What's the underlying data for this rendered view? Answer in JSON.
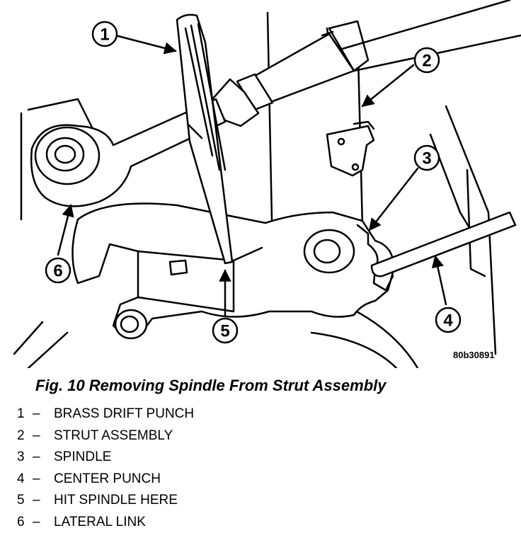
{
  "figure": {
    "reference_code": "80b30891",
    "caption": "Fig. 10 Removing Spindle From Strut Assembly",
    "callouts": [
      {
        "number": "1",
        "label": "BRASS DRIFT PUNCH"
      },
      {
        "number": "2",
        "label": "STRUT ASSEMBLY"
      },
      {
        "number": "3",
        "label": "SPINDLE"
      },
      {
        "number": "4",
        "label": "CENTER PUNCH"
      },
      {
        "number": "5",
        "label": "HIT SPINDLE HERE"
      },
      {
        "number": "6",
        "label": "LATERAL LINK"
      }
    ],
    "separator": "–"
  }
}
